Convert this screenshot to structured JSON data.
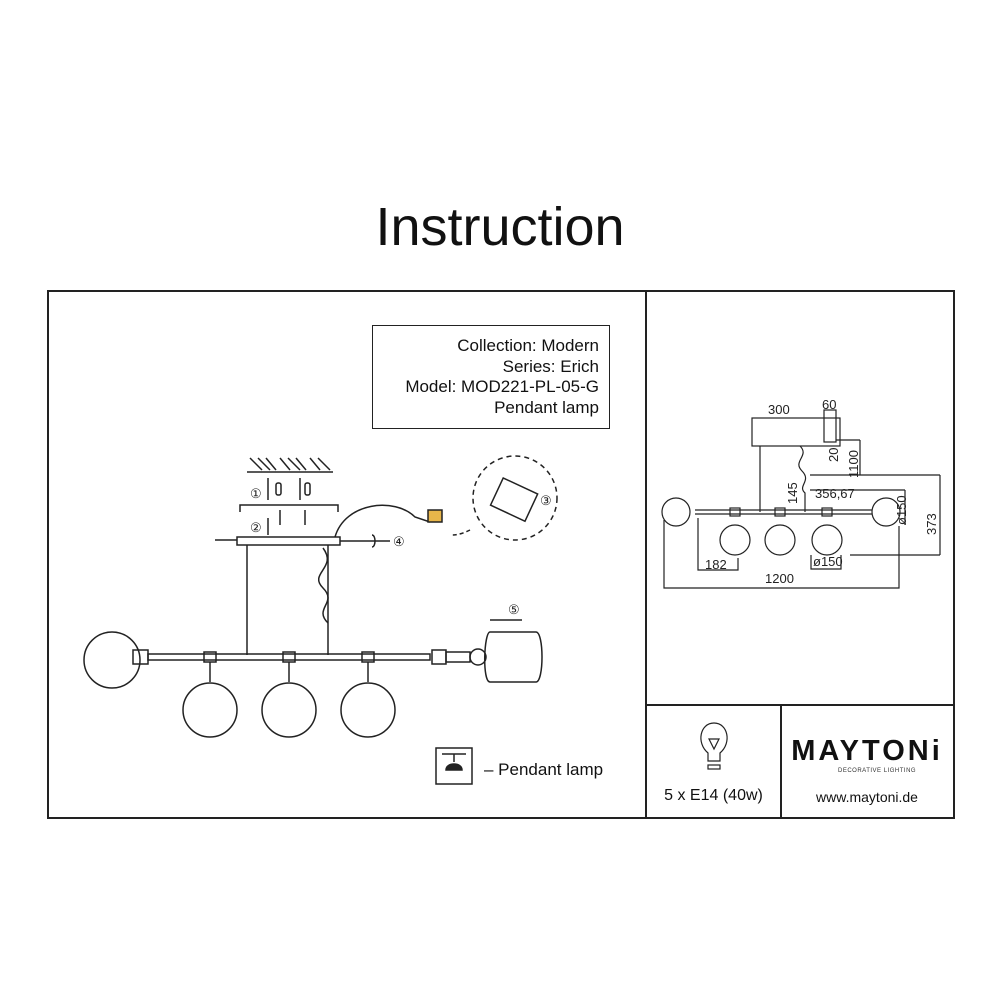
{
  "title": "Instruction",
  "info": {
    "collection": "Collection: Modern",
    "series": "Series: Erich",
    "model": "Model: MOD221-PL-05-G",
    "type": "Pendant lamp"
  },
  "steps": [
    "①",
    "②",
    "③",
    "④",
    "⑤"
  ],
  "legend": {
    "icon": "pendant-lamp-icon",
    "label": "– Pendant lamp"
  },
  "dimensions": {
    "canopy_width": "300",
    "canopy_depth": "60",
    "canopy_height": "20",
    "max_height": "1100",
    "rod": "145",
    "spacing": "356,67",
    "globe_dia_1": "ø150",
    "height": "373",
    "offset": "182",
    "globe_dia_2": "ø150",
    "length": "1200"
  },
  "bulb": {
    "icon": "light-bulb-icon",
    "label": "5 x E14 (40w)"
  },
  "brand": {
    "name": "MAYTONi",
    "tagline": "DECORATIVE LIGHTING",
    "url": "www.maytoni.de"
  }
}
